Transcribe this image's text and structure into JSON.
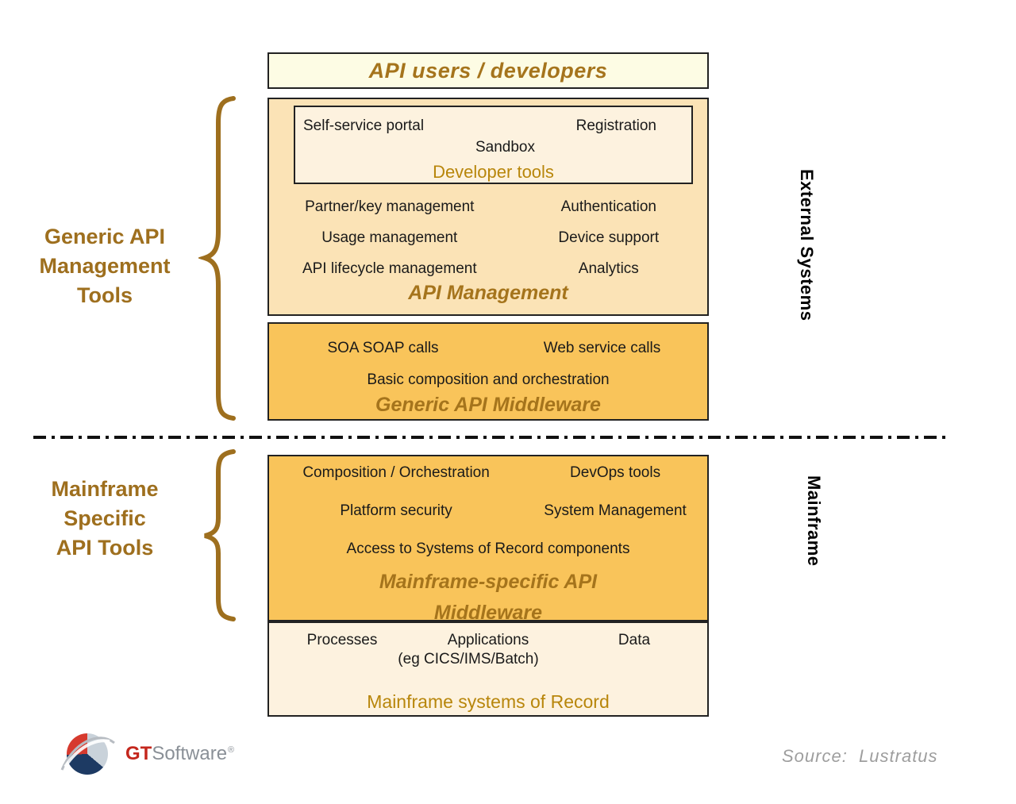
{
  "top_box": {
    "title": "API users / developers"
  },
  "api_management": {
    "developer_tools": {
      "item1": "Self-service portal",
      "item2": "Registration",
      "item3": "Sandbox",
      "title": "Developer tools"
    },
    "rows": [
      {
        "left": "Partner/key management",
        "right": "Authentication"
      },
      {
        "left": "Usage management",
        "right": "Device support"
      },
      {
        "left": "API lifecycle management",
        "right": "Analytics"
      }
    ],
    "title": "API Management"
  },
  "generic_middleware": {
    "left": "SOA SOAP calls",
    "right": "Web service calls",
    "line2": "Basic composition and orchestration",
    "title": "Generic API Middleware"
  },
  "mainframe_middleware": {
    "rows": [
      {
        "left": "Composition / Orchestration",
        "right": "DevOps tools"
      },
      {
        "left": "Platform security",
        "right": "System Management"
      }
    ],
    "line3": "Access to Systems of Record components",
    "title_line1": "Mainframe-specific API",
    "title_line2": "Middleware"
  },
  "systems_of_record": {
    "items": [
      "Processes",
      "Applications",
      "Data"
    ],
    "subtitle": "(eg CICS/IMS/Batch)",
    "title": "Mainframe systems of Record"
  },
  "left_labels": {
    "generic": {
      "line1": "Generic API",
      "line2": "Management",
      "line3": "Tools"
    },
    "mainframe": {
      "line1": "Mainframe",
      "line2": "Specific",
      "line3": "API Tools"
    }
  },
  "right_labels": {
    "top": "External Systems",
    "bottom": "Mainframe"
  },
  "footer": {
    "logo": {
      "gt": "GT",
      "software": "Software",
      "reg": "®"
    },
    "source": "Source:  Lustratus"
  },
  "colors": {
    "heading_brown": "#A5741C",
    "label_brown": "#9E6F1E",
    "orange": "#F9C45A",
    "peach": "#FBE3B6",
    "cream": "#FDF2DF",
    "pale_yellow": "#FDFCE4",
    "border": "#222222",
    "source_gray": "#9e9e9e",
    "logo_red": "#C4271D",
    "logo_gray": "#8a9097"
  }
}
